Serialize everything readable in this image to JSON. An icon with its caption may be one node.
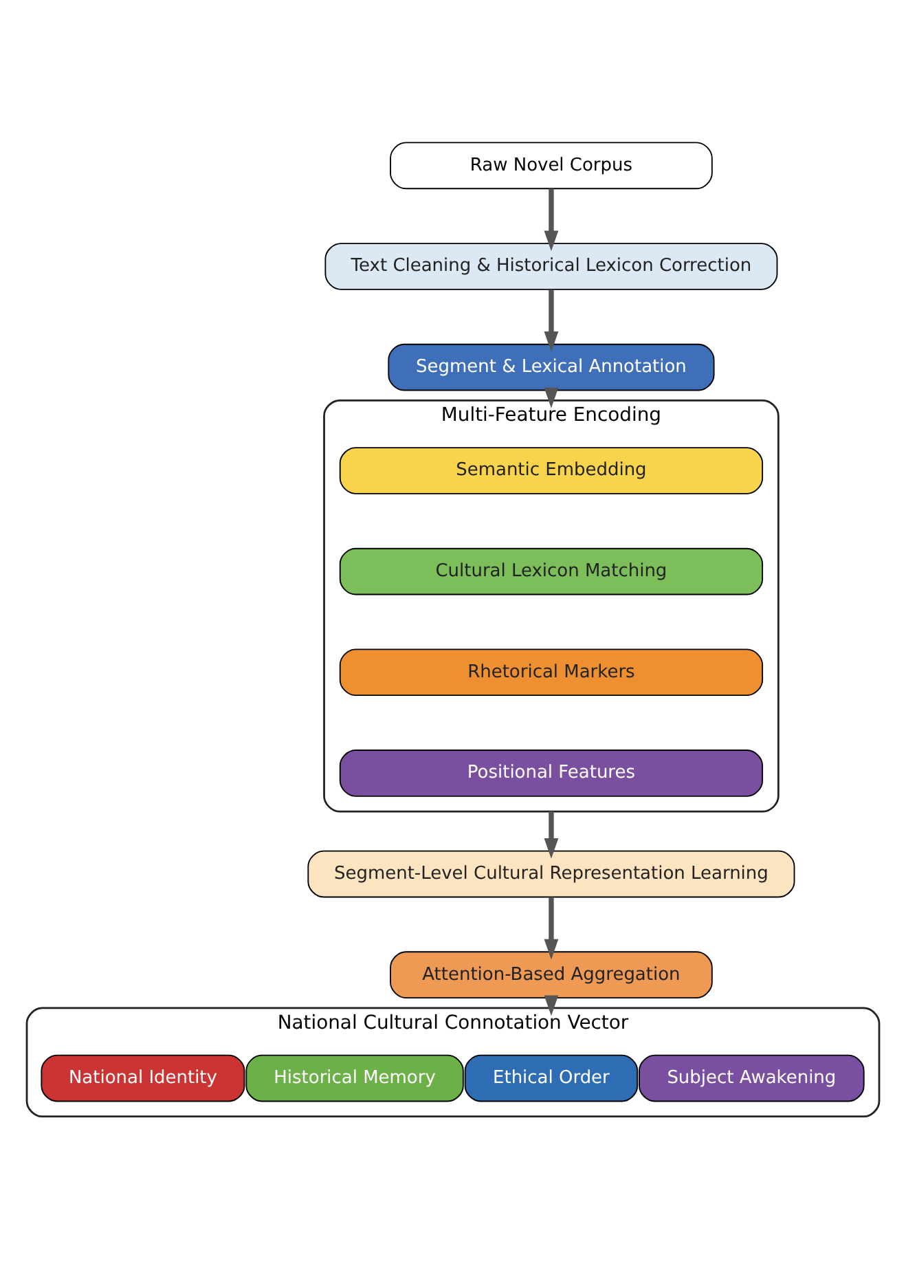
{
  "diagram": {
    "nodes": [
      {
        "text": [
          "Raw Novel Corpus"
        ]
      },
      {
        "text": [
          "Text Cleaning & Historical Lexicon Correction"
        ]
      },
      {
        "text": [
          "Segment & Lexical Annotation"
        ]
      },
      {
        "text": [
          "Multi-Feature Encoding"
        ]
      },
      {
        "text": [
          "Semantic Embedding"
        ],
        "in": 3
      },
      {
        "text": [
          "Cultural Lexicon Matching"
        ],
        "in": 3
      },
      {
        "text": [
          "Rhetorical Markers"
        ],
        "in": 3
      },
      {
        "text": [
          "Positional Features"
        ],
        "in": 3
      },
      {
        "text": [
          "Segment-Level Cultural Representation Learning"
        ]
      },
      {
        "text": [
          "Attention-Based Aggregation"
        ]
      },
      {
        "text": [
          "National Cultural Connotation Vector"
        ]
      },
      {
        "text": [
          "National Identity"
        ],
        "in": 10
      },
      {
        "text": [
          "Historical Memory"
        ],
        "in": 10
      },
      {
        "text": [
          "Ethical Order"
        ],
        "in": 10
      },
      {
        "text": [
          "Subject Awakening"
        ],
        "in": 10
      }
    ],
    "edges": [
      {
        "from": 0,
        "to": 1,
        "arrow": "to"
      },
      {
        "from": 1,
        "to": 2,
        "arrow": "to"
      },
      {
        "from": 2,
        "to": 3,
        "arrow": "to"
      },
      {
        "from": 3,
        "to": 8,
        "arrow": "to"
      },
      {
        "from": 8,
        "to": 9,
        "arrow": "to"
      },
      {
        "from": 9,
        "to": 10,
        "arrow": "to"
      }
    ]
  }
}
